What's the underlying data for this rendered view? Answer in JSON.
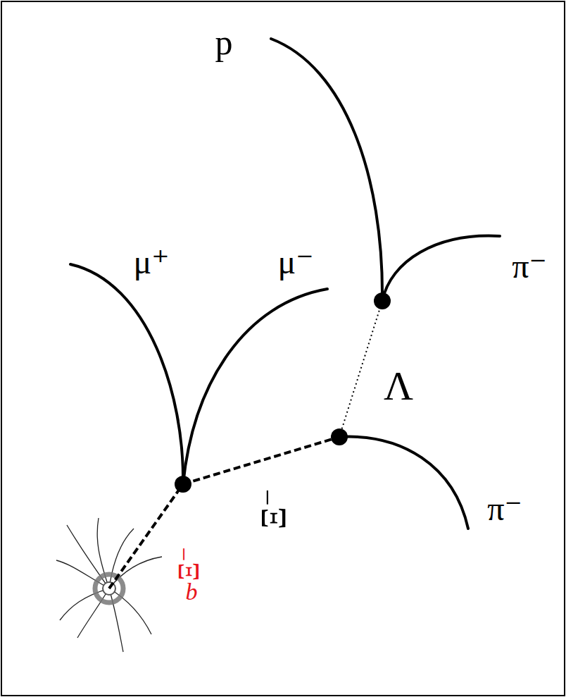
{
  "diagram": {
    "labels": [
      "p",
      "μ⁺",
      "μ⁻",
      "π⁻",
      "Λ",
      "Ξ⁻",
      "π⁻",
      "Ξ⁻",
      "b"
    ]
  }
}
